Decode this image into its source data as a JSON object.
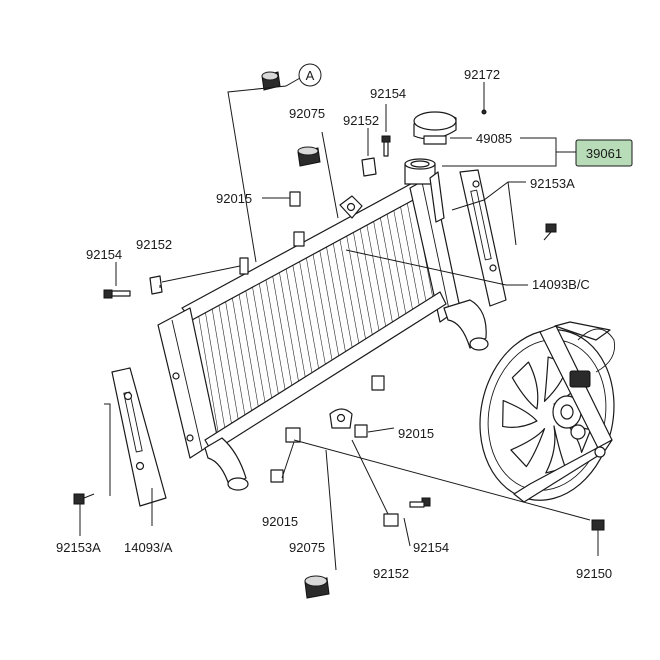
{
  "labels": {
    "callout_a": "A",
    "p92172": "92172",
    "p92154_top": "92154",
    "p92075_top": "92075",
    "p92152_top": "92152",
    "p49085": "49085",
    "p39061": "39061",
    "p92015_top": "92015",
    "p92153a_right": "92153A",
    "p92152_left": "92152",
    "p92154_left": "92154",
    "p14093bc": "14093B/C",
    "p92015_mid": "92015",
    "p92015_low": "92015",
    "p92153a_left": "92153A",
    "p14093a": "14093/A",
    "p92154_low": "92154",
    "p92075_low": "92075",
    "p92152_low": "92152",
    "p92150": "92150"
  },
  "colors": {
    "highlight_box": "#b8dcb8",
    "line": "#1a1a1a"
  }
}
